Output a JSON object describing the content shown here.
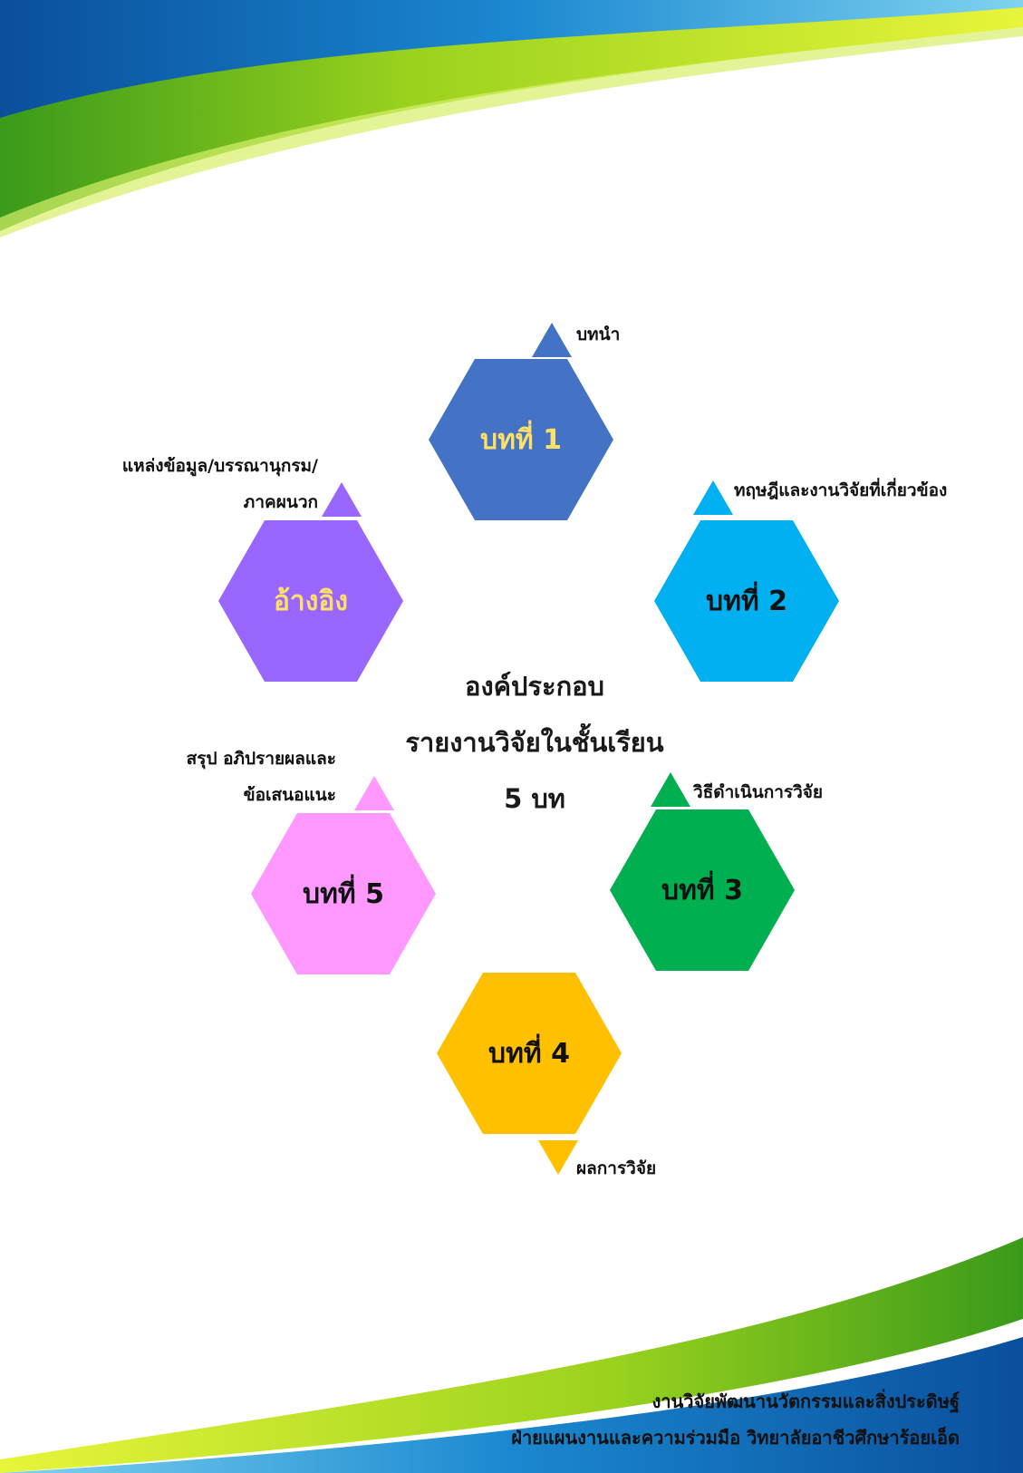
{
  "diagram": {
    "title_lines": [
      "องค์ประกอบ",
      "รายงานวิจัยในชั้นเรียน",
      "5 บท"
    ],
    "nodes": [
      {
        "id": "ch1",
        "label": "บทที่ 1",
        "description": "บทนำ",
        "color": "#4472C4",
        "text_color": "#FFE066"
      },
      {
        "id": "ch2",
        "label": "บทที่ 2",
        "description": "ทฤษฎีและงานวิจัยที่เกี่ยวข้อง",
        "color": "#00B0F0",
        "text_color": "#111111"
      },
      {
        "id": "ch3",
        "label": "บทที่ 3",
        "description": "วิธีดำเนินการวิจัย",
        "color": "#00B050",
        "text_color": "#111111"
      },
      {
        "id": "ch4",
        "label": "บทที่ 4",
        "description": "ผลการวิจัย",
        "color": "#FFC000",
        "text_color": "#111111"
      },
      {
        "id": "ch5",
        "label": "บทที่ 5",
        "description_lines": [
          "สรุป อภิปรายผลและ",
          "ข้อเสนอแนะ"
        ],
        "color": "#FF99FF",
        "text_color": "#111111"
      },
      {
        "id": "ref",
        "label": "อ้างอิง",
        "description_lines": [
          "แหล่งข้อมูล/บรรณานุกรม/",
          "ภาคผนวก"
        ],
        "color": "#9966FF",
        "text_color": "#FFE066"
      }
    ]
  },
  "footer": {
    "line1": "งานวิจัยพัฒนานวัตกรรมและสิ่งประดิษฐ์",
    "line2": "ฝ่ายแผนงานและความร่วมมือ  วิทยาลัยอาชีวศึกษาร้อยเอ็ด"
  }
}
